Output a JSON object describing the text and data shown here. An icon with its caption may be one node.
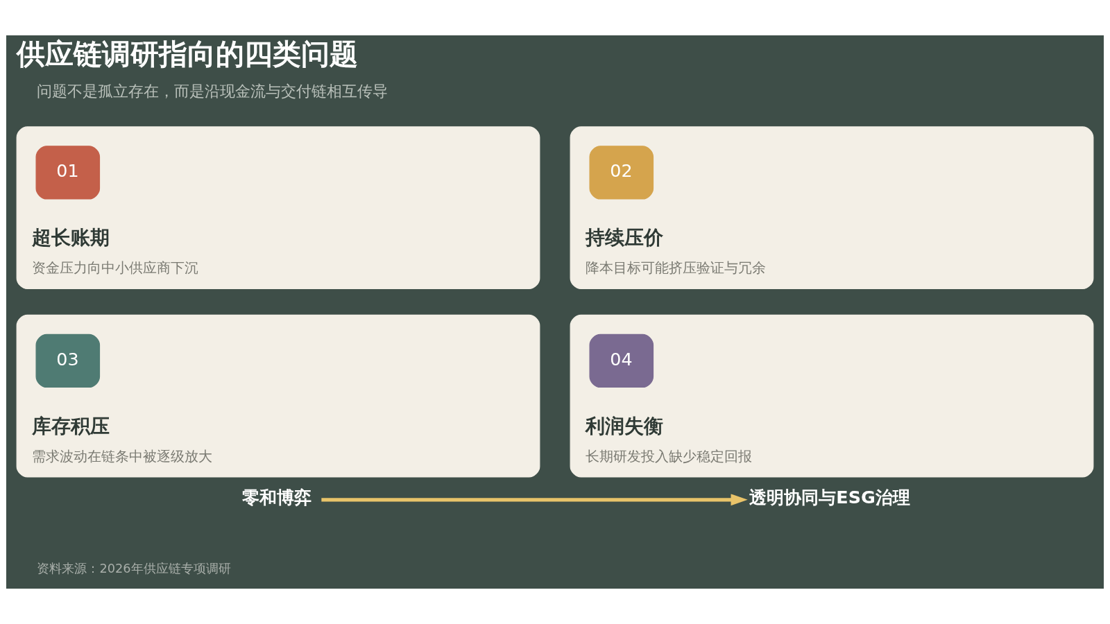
{
  "diagram": {
    "title": "供应链调研指向的四类问题",
    "caption": "资料来源：2026年供应链专项调研",
    "nodes": [
      {
        "text": [
          "超长账期",
          "资金压力向中小供应商下沉"
        ]
      },
      {
        "text": [
          "01"
        ],
        "in": 0
      },
      {
        "text": [
          "持续压价",
          "降本目标可能挤压验证与冗余"
        ]
      },
      {
        "text": [
          "02"
        ],
        "in": 2
      },
      {
        "text": [
          "库存积压",
          "需求波动在链条中被逐级放大"
        ]
      },
      {
        "text": [
          "03"
        ],
        "in": 4
      },
      {
        "text": [
          "利润失衡",
          "长期研发投入缺少稳定回报"
        ]
      },
      {
        "text": [
          "04"
        ],
        "in": 6
      },
      {
        "text": [
          "零和博弈"
        ]
      },
      {
        "text": [
          "透明协同与ESG治理"
        ]
      }
    ],
    "edges": [
      {
        "from": 8,
        "to": 9,
        "arrow": "to"
      }
    ],
    "labels": [
      "问题不是孤立存在，而是沿现金流与交付链相互传导"
    ]
  }
}
